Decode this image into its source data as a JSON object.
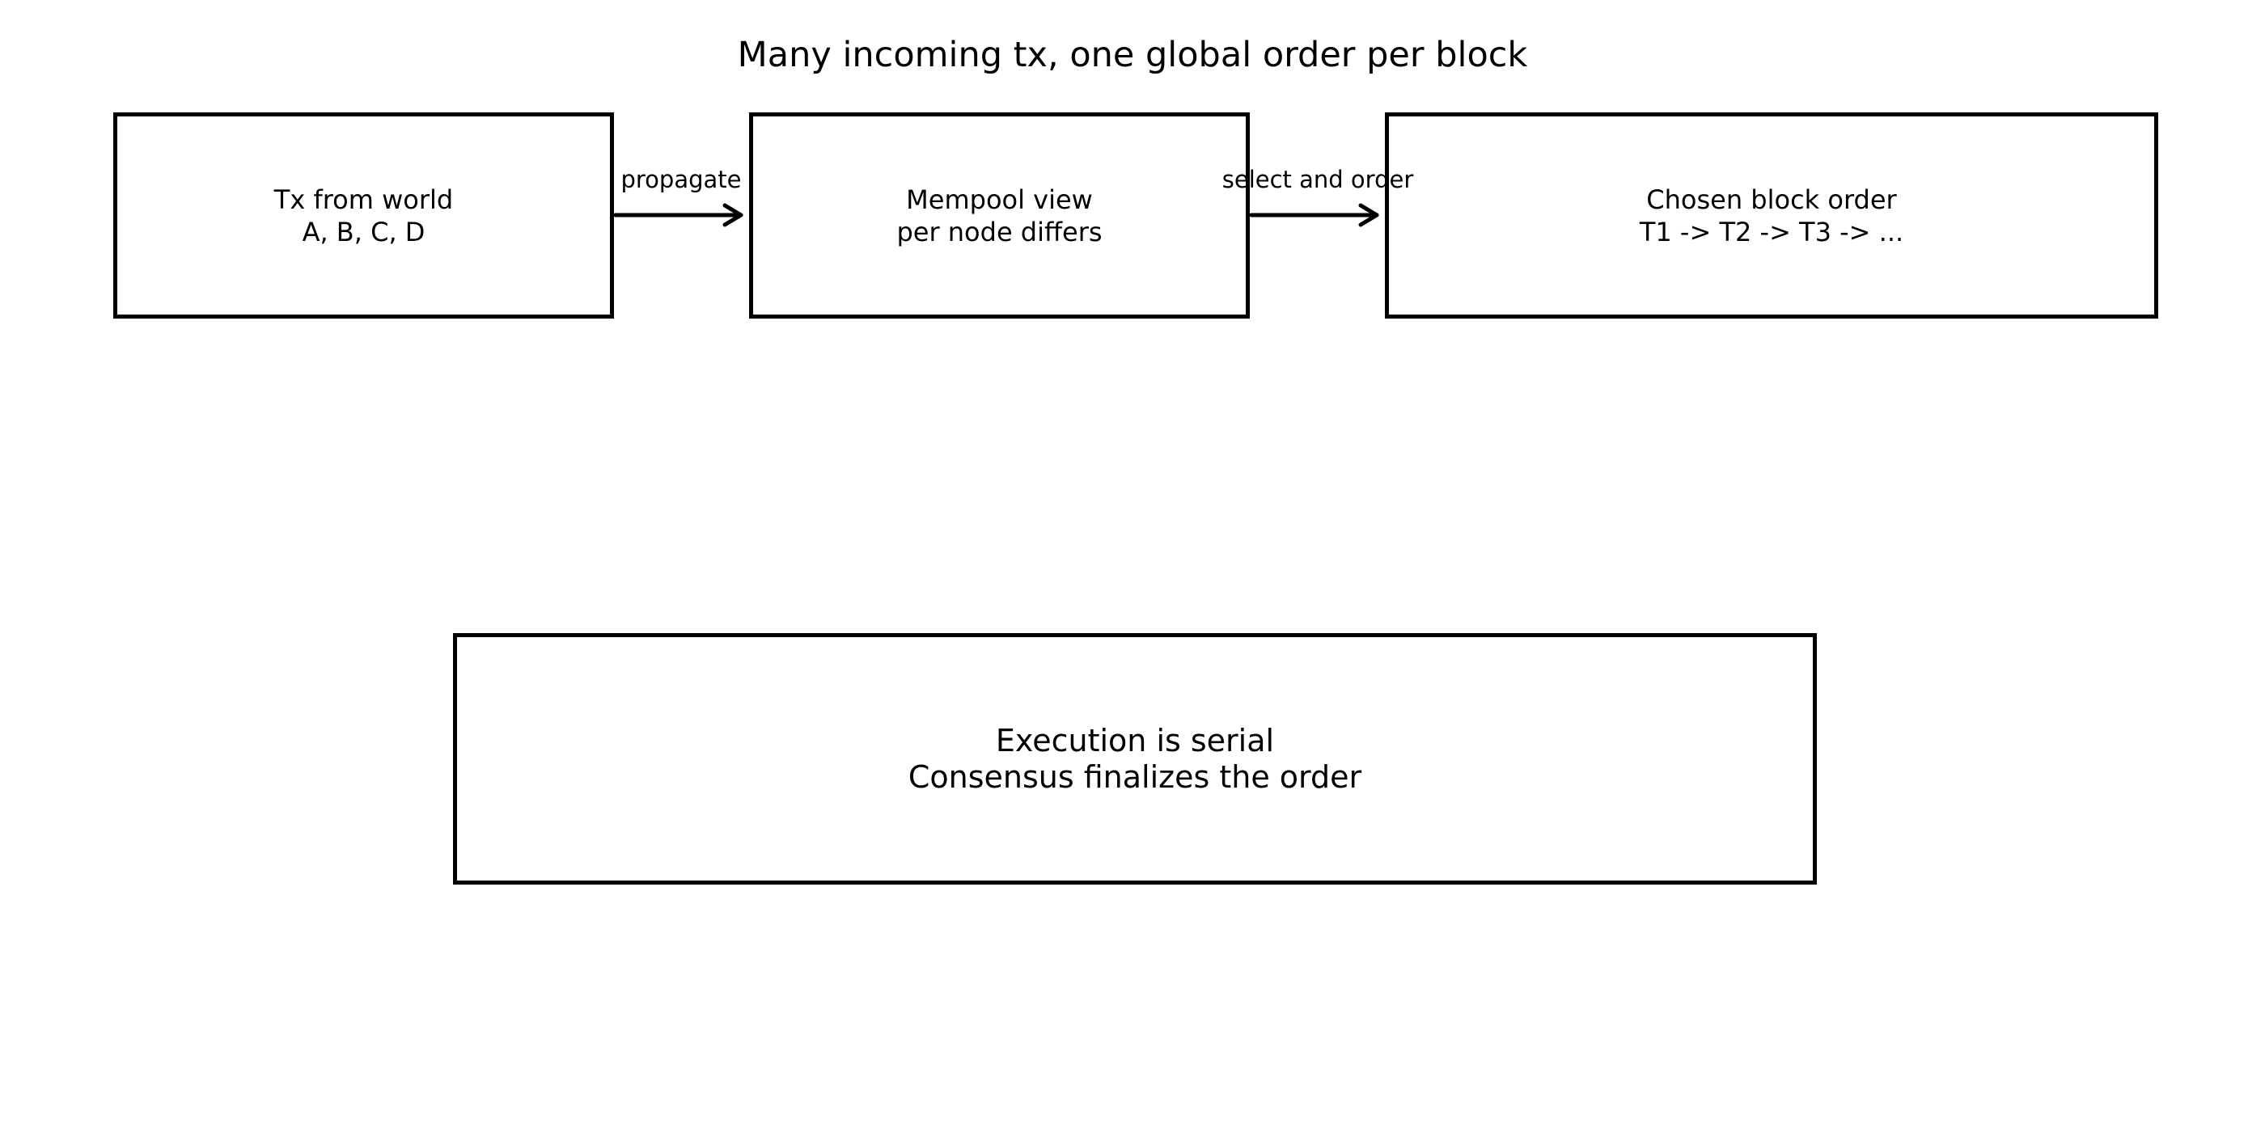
{
  "diagram": {
    "title": "Many incoming tx, one global order per block",
    "nodes": {
      "tx": {
        "lines": [
          "Tx from world",
          "A, B, C, D"
        ]
      },
      "mempool": {
        "lines": [
          "Mempool view",
          "per node differs"
        ]
      },
      "block": {
        "lines": [
          "Chosen block order",
          "T1 -> T2 -> T3 -> ..."
        ]
      },
      "exec": {
        "lines": [
          "Execution is serial",
          "Consensus finalizes the order"
        ]
      }
    },
    "edges": [
      {
        "from": "tx",
        "to": "mempool",
        "label": "propagate"
      },
      {
        "from": "mempool",
        "to": "block",
        "label": "select and order"
      }
    ]
  }
}
